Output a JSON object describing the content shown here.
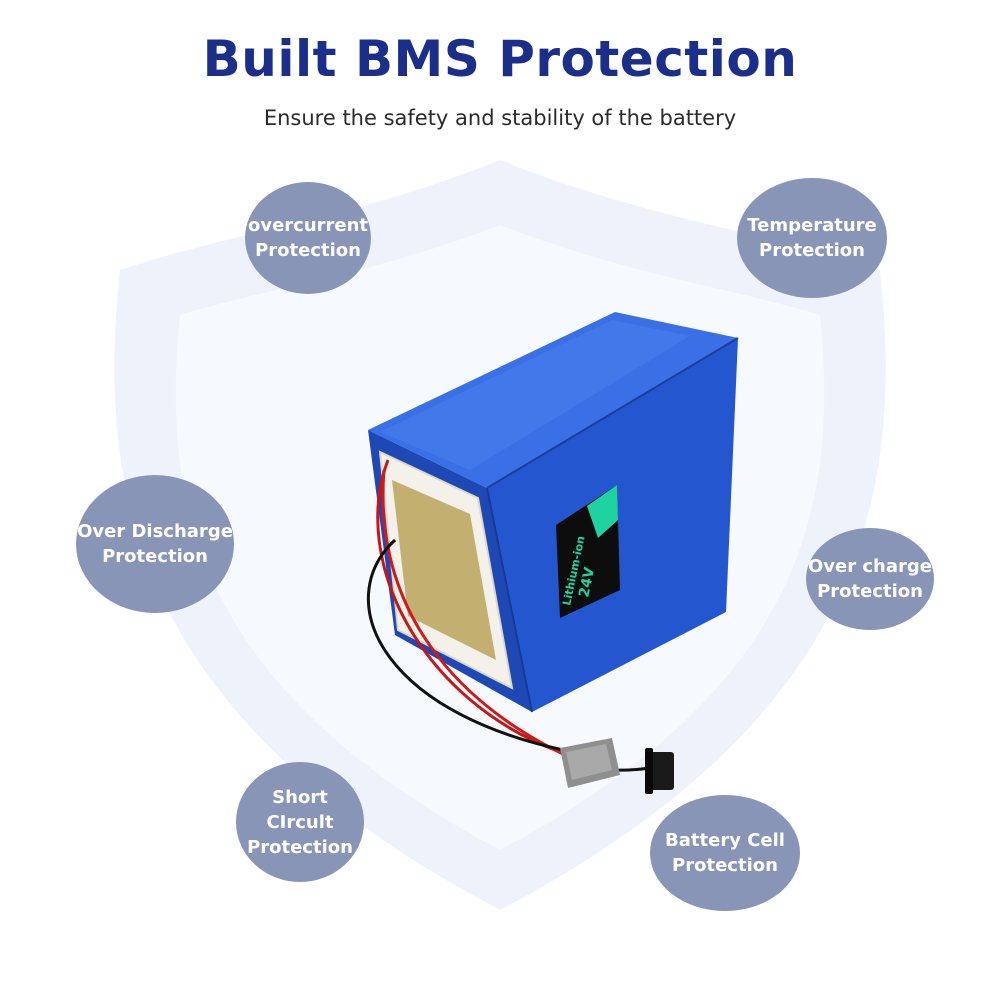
{
  "header": {
    "title": "Built BMS Protection",
    "subtitle": "Ensure the safety and stability of the battery"
  },
  "badges": [
    "overcurrent\nProtection",
    "Temperature\nProtection",
    "Over Discharge\nProtection",
    "Over charge\nProtection",
    "Short CIrcult\nProtection",
    "Battery Cell\nProtection"
  ],
  "battery_label": {
    "text1": "Lithium-ion",
    "text2": "24V"
  },
  "colors": {
    "title": "#1b2f8a",
    "badge": "#8995b6",
    "battery": "#2a55c8",
    "shield": "#eef3fb"
  }
}
